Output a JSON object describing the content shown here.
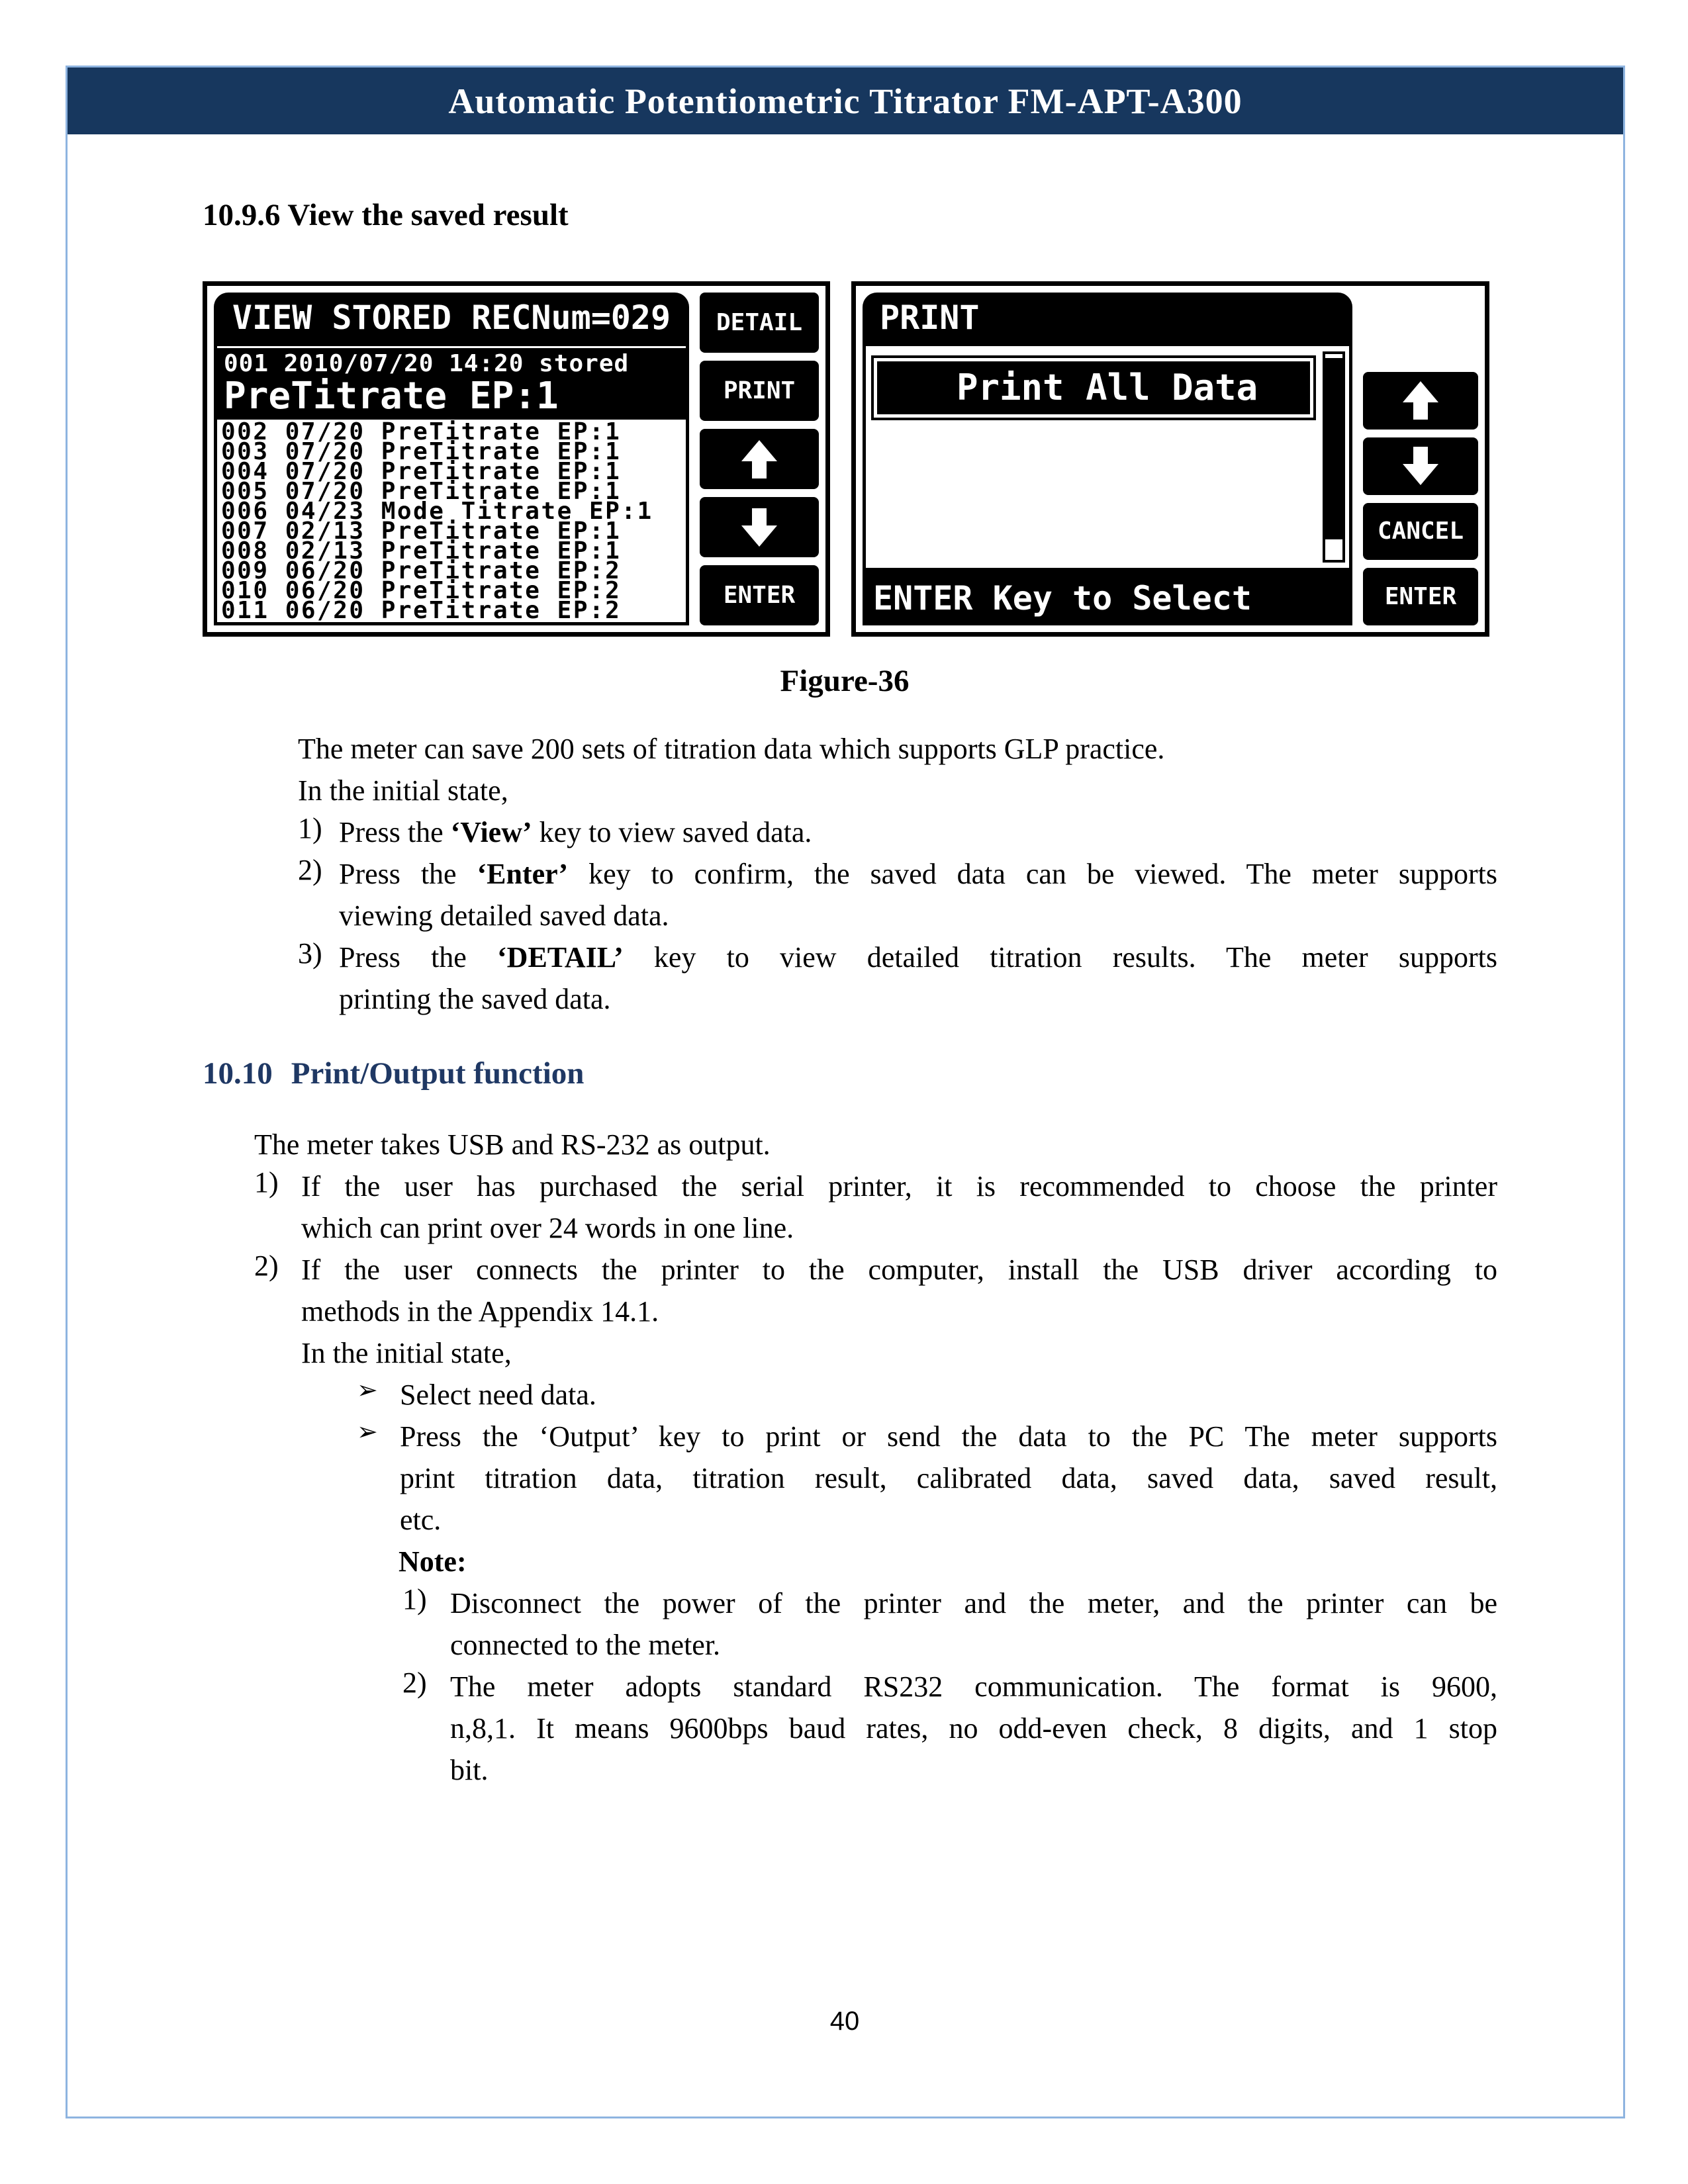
{
  "page": {
    "title": "Automatic Potentiometric Titrator FM-APT-A300",
    "page_number": "40",
    "colors": {
      "header_bg": "#17375E",
      "frame_border": "#8EB4E0",
      "section_heading_blue": "#1F3864",
      "lcd_foreground": "#000000",
      "lcd_background": "#ffffff"
    }
  },
  "section_view": {
    "heading": "10.9.6 View the saved result",
    "figure_caption": "Figure-36",
    "intro": "The meter can save 200 sets of titration data which supports GLP practice.",
    "state_line": "In the initial state,",
    "items": [
      {
        "marker": "1)",
        "lines": [
          {
            "parts": {
              "pre": "Press the ",
              "bold": "‘View’",
              "post": " key to view saved data."
            }
          }
        ]
      },
      {
        "marker": "2)",
        "lines": [
          {
            "parts": {
              "pre": "Press the ",
              "bold": "‘Enter’",
              "post": " key to confirm, the saved data can be viewed. The meter supports"
            }
          },
          {
            "parts": {
              "pre": "viewing detailed saved data.",
              "bold": "",
              "post": ""
            }
          }
        ]
      },
      {
        "marker": "3)",
        "lines": [
          {
            "parts": {
              "pre": "Press the ",
              "bold": "‘DETAIL’",
              "post": " key to view detailed titration results. The meter supports"
            }
          },
          {
            "parts": {
              "pre": "printing the saved data.",
              "bold": "",
              "post": ""
            }
          }
        ]
      }
    ]
  },
  "screen_view": {
    "title": "VIEW STORED RECNum=029",
    "selected_line1": "001  2010/07/20 14:20 stored",
    "selected_line2": "PreTitrate EP:1",
    "rows": [
      "002 07/20  PreTitrate EP:1",
      "003 07/20  PreTitrate EP:1",
      "004 07/20  PreTitrate EP:1",
      "005 07/20  PreTitrate EP:1",
      "006 04/23  Mode Titrate EP:1",
      "007 02/13  PreTitrate EP:1",
      "008 02/13  PreTitrate EP:1",
      "009 06/20  PreTitrate EP:2",
      "010 06/20  PreTitrate EP:2",
      "011 06/20  PreTitrate EP:2"
    ],
    "buttons": {
      "detail": "DETAIL",
      "print": "PRINT",
      "up": "up-arrow",
      "down": "down-arrow",
      "enter": "ENTER"
    }
  },
  "screen_print": {
    "title": "PRINT",
    "selected_item": "Print All Data",
    "footer": "ENTER Key to Select",
    "buttons": {
      "up": "up-arrow",
      "down": "down-arrow",
      "cancel": "CANCEL",
      "enter": "ENTER"
    }
  },
  "section_print": {
    "heading_num": "10.10",
    "heading_text": "Print/Output function",
    "intro": "The meter takes USB and RS-232 as output.",
    "items": [
      {
        "marker": "1)",
        "lines": [
          "If the user has purchased the serial printer, it is recommended to choose the printer",
          "which can print over 24 words in one line."
        ]
      },
      {
        "marker": "2)",
        "lines": [
          "If the user connects the printer to the computer, install the USB driver according to",
          "methods in the Appendix 14.1."
        ]
      }
    ],
    "state_line": "In the initial state,",
    "bullets": [
      {
        "marker": "➢",
        "lines": [
          "Select need data."
        ]
      },
      {
        "marker": "➢",
        "lines": [
          "Press the ‘Output’ key to print or send the data to the PC The meter supports",
          "print titration data, titration result, calibrated data, saved data, saved result,",
          "etc."
        ]
      }
    ],
    "note_label": "Note:",
    "note_items": [
      {
        "marker": "1)",
        "lines": [
          "Disconnect the power of the printer and the meter, and the printer can be",
          "connected to the meter."
        ]
      },
      {
        "marker": "2)",
        "lines": [
          "The meter adopts standard RS232 communication. The format is 9600,",
          "n,8,1. It means 9600bps baud rates, no odd-even check, 8 digits, and 1 stop",
          "bit."
        ]
      }
    ]
  }
}
